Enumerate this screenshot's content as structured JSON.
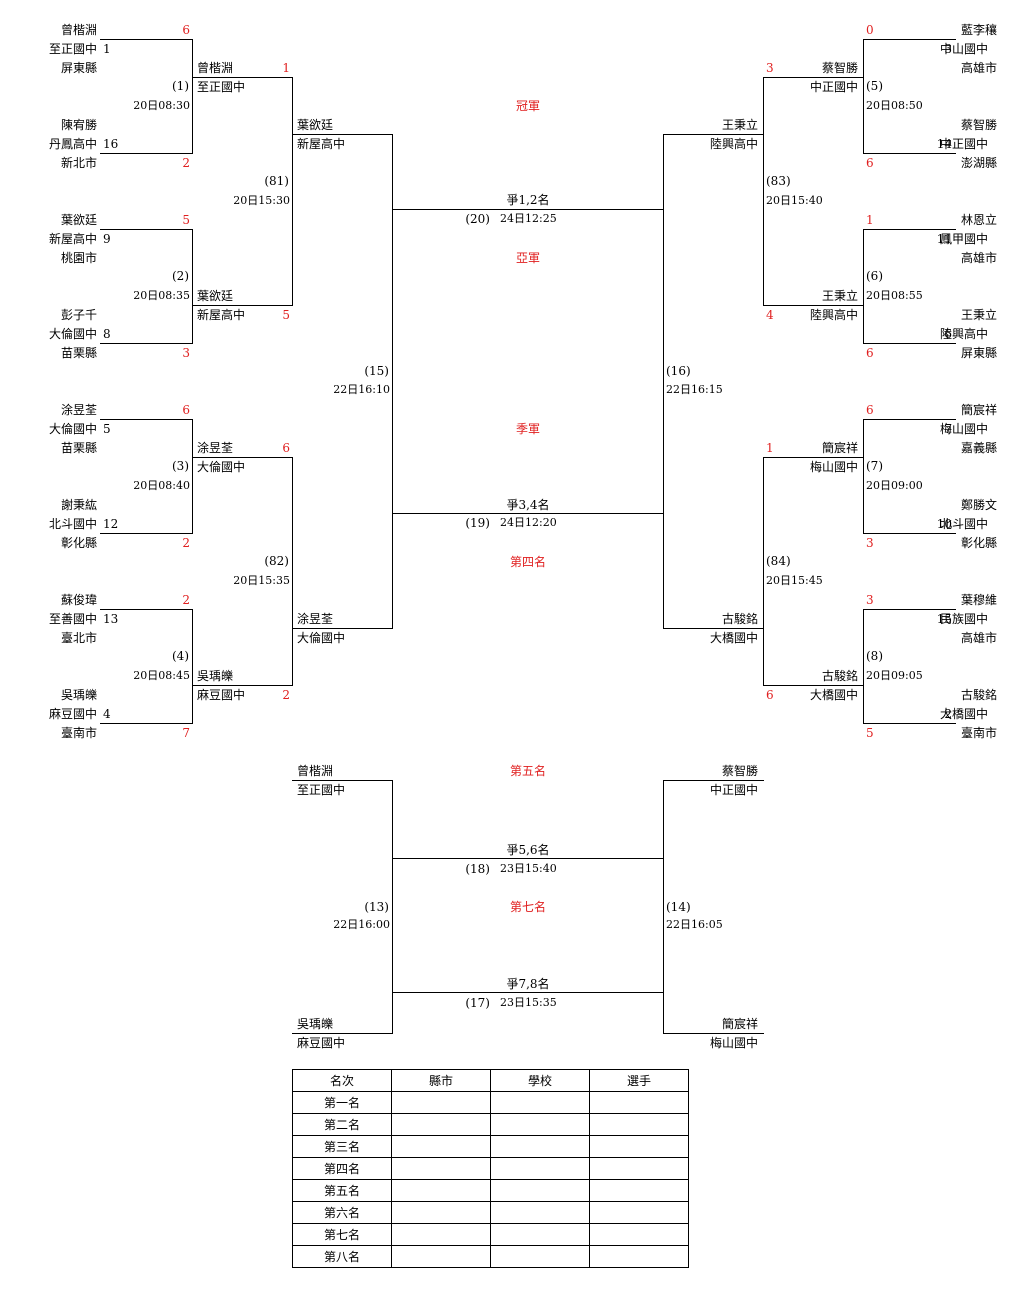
{
  "left_players": [
    {
      "name": "曾楷淵",
      "school": "至正國中",
      "seed": "1",
      "county": "屏東縣",
      "score": "6"
    },
    {
      "name": "陳宥勝",
      "school": "丹鳳高中",
      "seed": "16",
      "county": "新北市",
      "score": "2"
    },
    {
      "name": "葉欲廷",
      "school": "新屋高中",
      "seed": "9",
      "county": "桃園市",
      "score": "5"
    },
    {
      "name": "彭子千",
      "school": "大倫國中",
      "seed": "8",
      "county": "苗栗縣",
      "score": "3"
    },
    {
      "name": "涂昱荃",
      "school": "大倫國中",
      "seed": "5",
      "county": "苗栗縣",
      "score": "6"
    },
    {
      "name": "謝秉紘",
      "school": "北斗國中",
      "seed": "12",
      "county": "彰化縣",
      "score": "2"
    },
    {
      "name": "蘇俊瑋",
      "school": "至善國中",
      "seed": "13",
      "county": "臺北市",
      "score": "2"
    },
    {
      "name": "吳瑀皪",
      "school": "麻豆國中",
      "seed": "4",
      "county": "臺南市",
      "score": "7"
    }
  ],
  "right_players": [
    {
      "name": "藍李穰",
      "school": "中山國中",
      "seed": "3",
      "county": "高雄市",
      "score": "0"
    },
    {
      "name": "蔡智勝",
      "school": "中正國中",
      "seed": "14",
      "county": "澎湖縣",
      "score": "6"
    },
    {
      "name": "林恩立",
      "school": "鳳甲國中",
      "seed": "11",
      "county": "高雄市",
      "score": "1"
    },
    {
      "name": "王秉立",
      "school": "陸興高中",
      "seed": "6",
      "county": "屏東縣",
      "score": "6"
    },
    {
      "name": "簡宸祥",
      "school": "梅山國中",
      "seed": "7",
      "county": "嘉義縣",
      "score": "6"
    },
    {
      "name": "鄭勝文",
      "school": "北斗國中",
      "seed": "10",
      "county": "彰化縣",
      "score": "3"
    },
    {
      "name": "葉穆維",
      "school": "民族國中",
      "seed": "15",
      "county": "高雄市",
      "score": "3"
    },
    {
      "name": "古駿銘",
      "school": "大橋國中",
      "seed": "2",
      "county": "臺南市",
      "score": "5"
    }
  ],
  "r1_matches": {
    "left": [
      {
        "no": "(1)",
        "time": "20日08:30"
      },
      {
        "no": "(2)",
        "time": "20日08:35"
      },
      {
        "no": "(3)",
        "time": "20日08:40"
      },
      {
        "no": "(4)",
        "time": "20日08:45"
      }
    ],
    "right": [
      {
        "no": "(5)",
        "time": "20日08:50"
      },
      {
        "no": "(6)",
        "time": "20日08:55"
      },
      {
        "no": "(7)",
        "time": "20日09:00"
      },
      {
        "no": "(8)",
        "time": "20日09:05"
      }
    ]
  },
  "r2_slots": {
    "left": [
      {
        "name": "曾楷淵",
        "school": "至正國中",
        "score": "1"
      },
      {
        "name": "葉欲廷",
        "school": "新屋高中",
        "score": "5"
      },
      {
        "name": "涂昱荃",
        "school": "大倫國中",
        "score": "6"
      },
      {
        "name": "吳瑀皪",
        "school": "麻豆國中",
        "score": "2"
      }
    ],
    "right": [
      {
        "name": "蔡智勝",
        "school": "中正國中",
        "score": "3"
      },
      {
        "name": "王秉立",
        "school": "陸興高中",
        "score": "4"
      },
      {
        "name": "簡宸祥",
        "school": "梅山國中",
        "score": "1"
      },
      {
        "name": "古駿銘",
        "school": "大橋國中",
        "score": "6"
      }
    ]
  },
  "r2_matches": {
    "left": [
      {
        "no": "(81)",
        "time": "20日15:30"
      },
      {
        "no": "(82)",
        "time": "20日15:35"
      }
    ],
    "right": [
      {
        "no": "(83)",
        "time": "20日15:40"
      },
      {
        "no": "(84)",
        "time": "20日15:45"
      }
    ]
  },
  "r3_slots": {
    "left": [
      {
        "name": "葉欲廷",
        "school": "新屋高中"
      },
      {
        "name": "涂昱荃",
        "school": "大倫國中"
      }
    ],
    "right": [
      {
        "name": "王秉立",
        "school": "陸興高中"
      },
      {
        "name": "古駿銘",
        "school": "大橋國中"
      }
    ]
  },
  "semis": {
    "left": {
      "no": "(15)",
      "time": "22日16:10"
    },
    "right": {
      "no": "(16)",
      "time": "22日16:15"
    }
  },
  "finals": {
    "champion_label": "冠軍",
    "runner_up_label": "亞軍",
    "third_label": "季軍",
    "fourth_label": "第四名",
    "final_title": "爭1,2名",
    "final_no": "(20)",
    "final_time": "24日12:25",
    "third_title": "爭3,4名",
    "third_no": "(19)",
    "third_time": "24日12:20"
  },
  "consolation": {
    "left_top": {
      "name": "曾楷淵",
      "school": "至正國中"
    },
    "left_bottom": {
      "name": "吳瑀皪",
      "school": "麻豆國中"
    },
    "right_top": {
      "name": "蔡智勝",
      "school": "中正國中"
    },
    "right_bottom": {
      "name": "簡宸祥",
      "school": "梅山國中"
    },
    "left_match": {
      "no": "(13)",
      "time": "22日16:00"
    },
    "right_match": {
      "no": "(14)",
      "time": "22日16:05"
    },
    "fifth_label": "第五名",
    "seventh_label": "第七名",
    "fifth_title": "爭5,6名",
    "fifth_no": "(18)",
    "fifth_time": "23日15:40",
    "seventh_title": "爭7,8名",
    "seventh_no": "(17)",
    "seventh_time": "23日15:35"
  },
  "ranking_table": {
    "headers": [
      "名次",
      "縣市",
      "學校",
      "選手"
    ],
    "rows": [
      "第一名",
      "第二名",
      "第三名",
      "第四名",
      "第五名",
      "第六名",
      "第七名",
      "第八名"
    ]
  }
}
